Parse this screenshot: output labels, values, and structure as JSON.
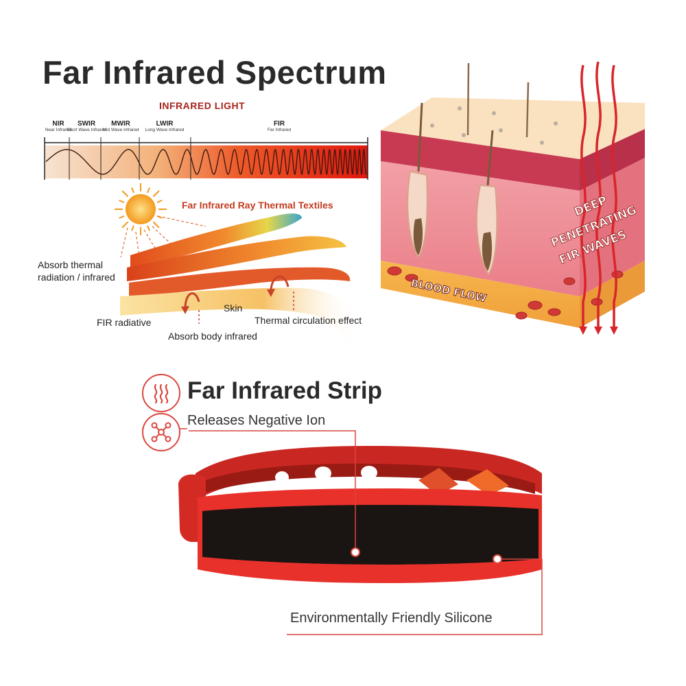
{
  "title": "Far Infrared Spectrum",
  "spectrum": {
    "heading": "INFRARED LIGHT",
    "bands": [
      {
        "code": "NIR",
        "name": "Near Infrared"
      },
      {
        "code": "SWIR",
        "name": "Short Wave Infrared"
      },
      {
        "code": "MWIR",
        "name": "Mid Wave Infrared"
      },
      {
        "code": "LWIR",
        "name": "Long Wave Infrared"
      },
      {
        "code": "FIR",
        "name": "Far Infrared"
      }
    ]
  },
  "textiles": {
    "title": "Far Infrared Ray Thermal Textiles",
    "absorb_thermal_line1": "Absorb thermal",
    "absorb_thermal_line2": "radiation / infrared",
    "skin": "Skin",
    "fir_radiative": "FIR radiative",
    "thermal_circulation": "Thermal circulation effect",
    "absorb_body": "Absorb body infrared"
  },
  "skin_diagram": {
    "blood_flow": "BLOOD FLOW",
    "waves_line1": "DEEP",
    "waves_line2": "PENETRATING",
    "waves_line3": "FIR WAVES"
  },
  "product": {
    "strip_title": "Far Infrared Strip",
    "negative_ion": "Releases Negative Ion",
    "silicone": "Environmentally Friendly Silicone"
  },
  "colors": {
    "accent_red": "#d9473e",
    "band_red": "#e0261a",
    "heading_red": "#a8231c"
  },
  "icons": [
    "heat-waves-icon",
    "molecule-icon",
    "sun-icon"
  ]
}
